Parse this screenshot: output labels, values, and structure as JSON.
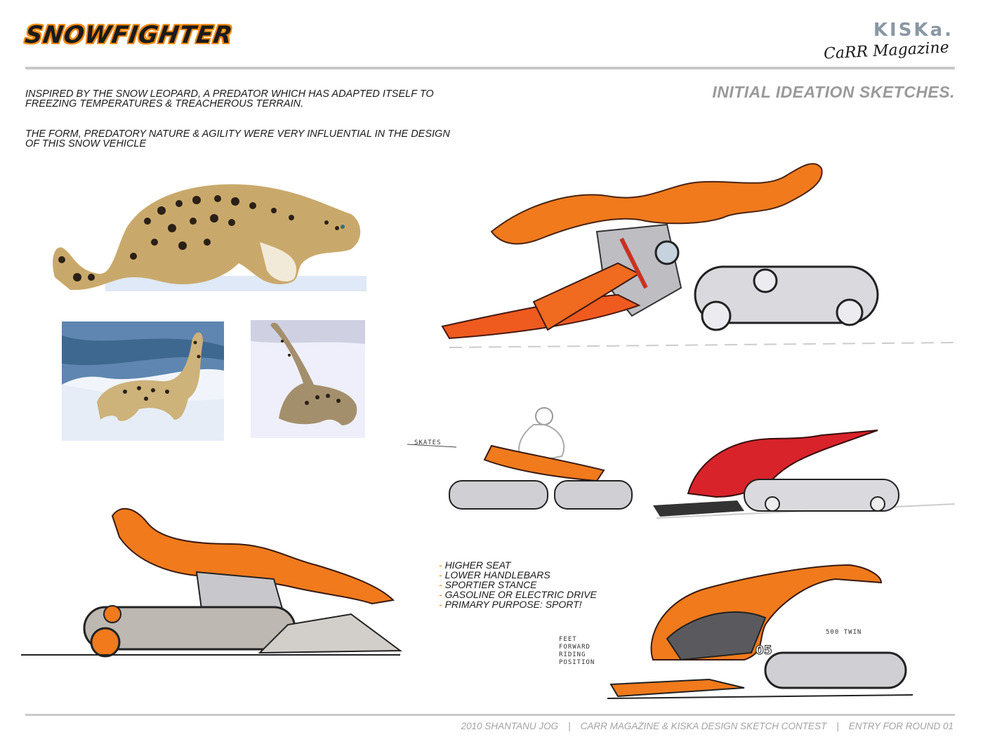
{
  "header": {
    "logo_text": "SNOWFIGHTER",
    "brand": "KISKa.",
    "magazine": "CaRR Magazine"
  },
  "intro": {
    "paragraph_1": "INSPIRED BY THE SNOW LEOPARD, A PREDATOR WHICH HAS ADAPTED ITSELF TO FREEZING TEMPERATURES & TREACHEROUS TERRAIN.",
    "paragraph_2": "THE FORM, PREDATORY NATURE & AGILITY WERE VERY INFLUENTIAL IN THE DESIGN OF THIS SNOW VEHICLE"
  },
  "section_title": "INITIAL IDEATION SKETCHES.",
  "notes": [
    "HIGHER SEAT",
    "LOWER HANDLEBARS",
    "SPORTIER STANCE",
    "GASOLINE OR ELECTRIC DRIVE",
    "PRIMARY PURPOSE: SPORT!"
  ],
  "annotations": {
    "feet": "FEET FORWARD RIDING POSITION",
    "engine": "500 TWIN",
    "number": "05",
    "skates": "SKATES"
  },
  "footer": {
    "part_1": "2010 SHANTANU JOG",
    "part_2": "CARR MAGAZINE & KISKA DESIGN SKETCH CONTEST",
    "part_3": "ENTRY FOR ROUND 01",
    "separator": "|"
  },
  "colors": {
    "accent_orange": "#f28a0e",
    "sketch_red": "#d8232a",
    "title_gray": "#9a9a9a",
    "rule_gray": "#c9c9c9"
  }
}
